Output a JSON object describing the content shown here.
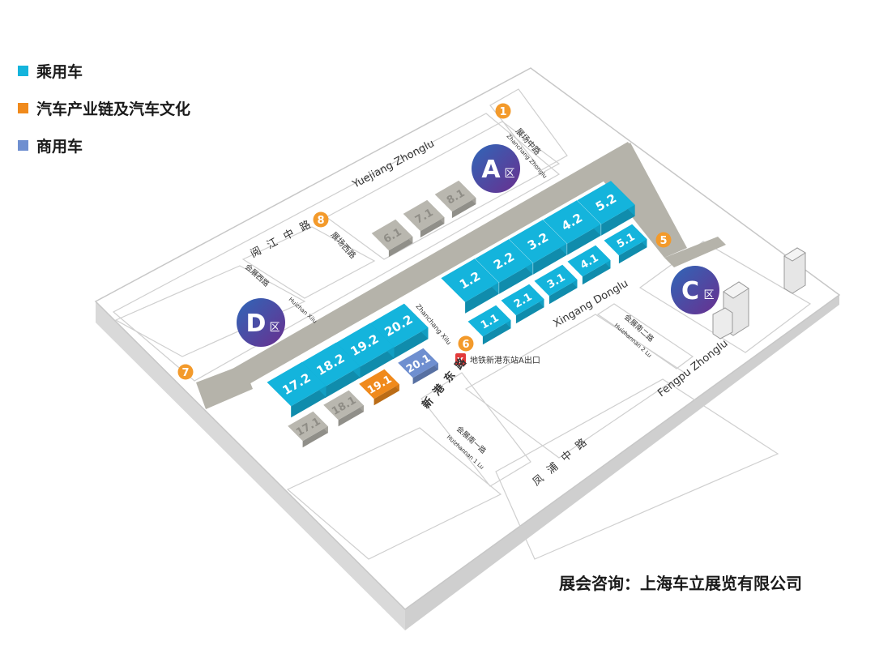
{
  "colors": {
    "passenger": "#14b4dc",
    "industry": "#f08a1c",
    "commercial": "#6f8fd0",
    "unused": "#b9b7af",
    "zone_circle": "#4b3a94",
    "marker": "#f39a2b"
  },
  "legend": [
    {
      "label": "乘用车",
      "color": "#14b4dc"
    },
    {
      "label": "汽车产业链及汽车文化",
      "color": "#f08a1c"
    },
    {
      "label": "商用车",
      "color": "#6f8fd0"
    }
  ],
  "zones": [
    {
      "letter": "A",
      "suffix": "区"
    },
    {
      "letter": "C",
      "suffix": "区"
    },
    {
      "letter": "D",
      "suffix": "区"
    }
  ],
  "halls": [
    {
      "label": "6.1",
      "type": "unused"
    },
    {
      "label": "7.1",
      "type": "unused"
    },
    {
      "label": "8.1",
      "type": "unused"
    },
    {
      "label": "5.2",
      "type": "passenger"
    },
    {
      "label": "4.2",
      "type": "passenger"
    },
    {
      "label": "3.2",
      "type": "passenger"
    },
    {
      "label": "2.2",
      "type": "passenger"
    },
    {
      "label": "1.2",
      "type": "passenger"
    },
    {
      "label": "5.1",
      "type": "passenger"
    },
    {
      "label": "4.1",
      "type": "passenger"
    },
    {
      "label": "3.1",
      "type": "passenger"
    },
    {
      "label": "2.1",
      "type": "passenger"
    },
    {
      "label": "1.1",
      "type": "passenger"
    },
    {
      "label": "20.2",
      "type": "passenger"
    },
    {
      "label": "19.2",
      "type": "passenger"
    },
    {
      "label": "18.2",
      "type": "passenger"
    },
    {
      "label": "17.2",
      "type": "passenger"
    },
    {
      "label": "20.1",
      "type": "commercial"
    },
    {
      "label": "19.1",
      "type": "industry"
    },
    {
      "label": "18.1",
      "type": "unused"
    },
    {
      "label": "17.1",
      "type": "unused"
    }
  ],
  "entrances": [
    "1",
    "5",
    "6",
    "7",
    "8"
  ],
  "roads": {
    "yuejiang_en": "Yuejiang Zhonglu",
    "yuejiang_cn": "阅江中路",
    "zhanchang_zhong_cn": "展场中路",
    "zhanchang_zhong_en": "Zhanchang Zhonglu",
    "zhanchang_xi_cn": "展场西路",
    "huizhan_xi_cn": "会展西路",
    "huizhan_xi_en": "Huizhan Xilu",
    "zhanchang_xilu_en": "Zhanchang Xilu",
    "xingang_en": "Xingang Donglu",
    "xingang_cn": "新港东路",
    "huizhan_2_cn": "会展南二路",
    "huizhan_2_en": "Huizhannan 2 Lu",
    "huizhan_1_cn": "会展南一路",
    "huizhan_1_en": "Huizhannan 1 Lu",
    "fengpu_en": "Fengpu Zhonglu",
    "fengpu_cn": "凤浦中路"
  },
  "metro": {
    "label": "地铁新港东站A出口"
  },
  "footer": {
    "text": "展会咨询：上海车立展览有限公司"
  }
}
